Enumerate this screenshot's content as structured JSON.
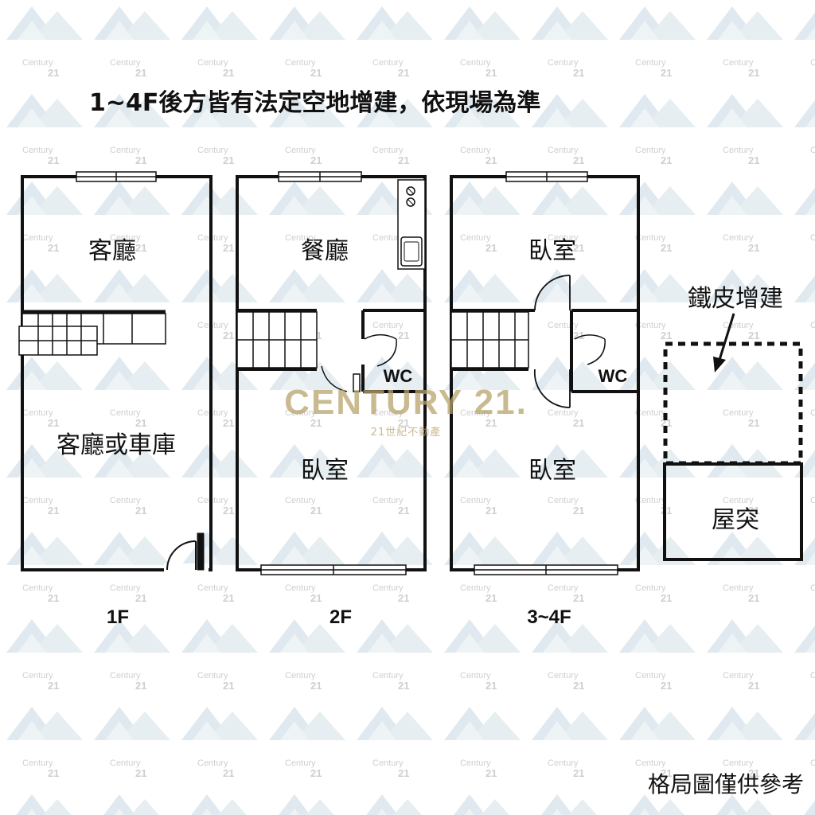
{
  "note": "1~4F後方皆有法定空地增建，依現場為準",
  "disclaimer": "格局圖僅供參考",
  "floors": {
    "f1": "1F",
    "f2": "2F",
    "f3": "3~4F"
  },
  "rooms": {
    "f1_top": "客廳",
    "f1_bottom": "客廳或車庫",
    "f2_top": "餐廳",
    "f2_wc": "WC",
    "f2_bottom": "臥室",
    "f3_top": "臥室",
    "f3_wc": "WC",
    "f3_bottom": "臥室",
    "roof_extension": "鐵皮增建",
    "roof_room": "屋突"
  },
  "watermark": {
    "brand": "CENTURY 21.",
    "brand_sub": "21世紀不動產",
    "tile_text": "Century 21"
  },
  "colors": {
    "wall": "#111111",
    "watermark_gold": "#b7a36a",
    "watermark_mountain": "#dde8ef"
  }
}
